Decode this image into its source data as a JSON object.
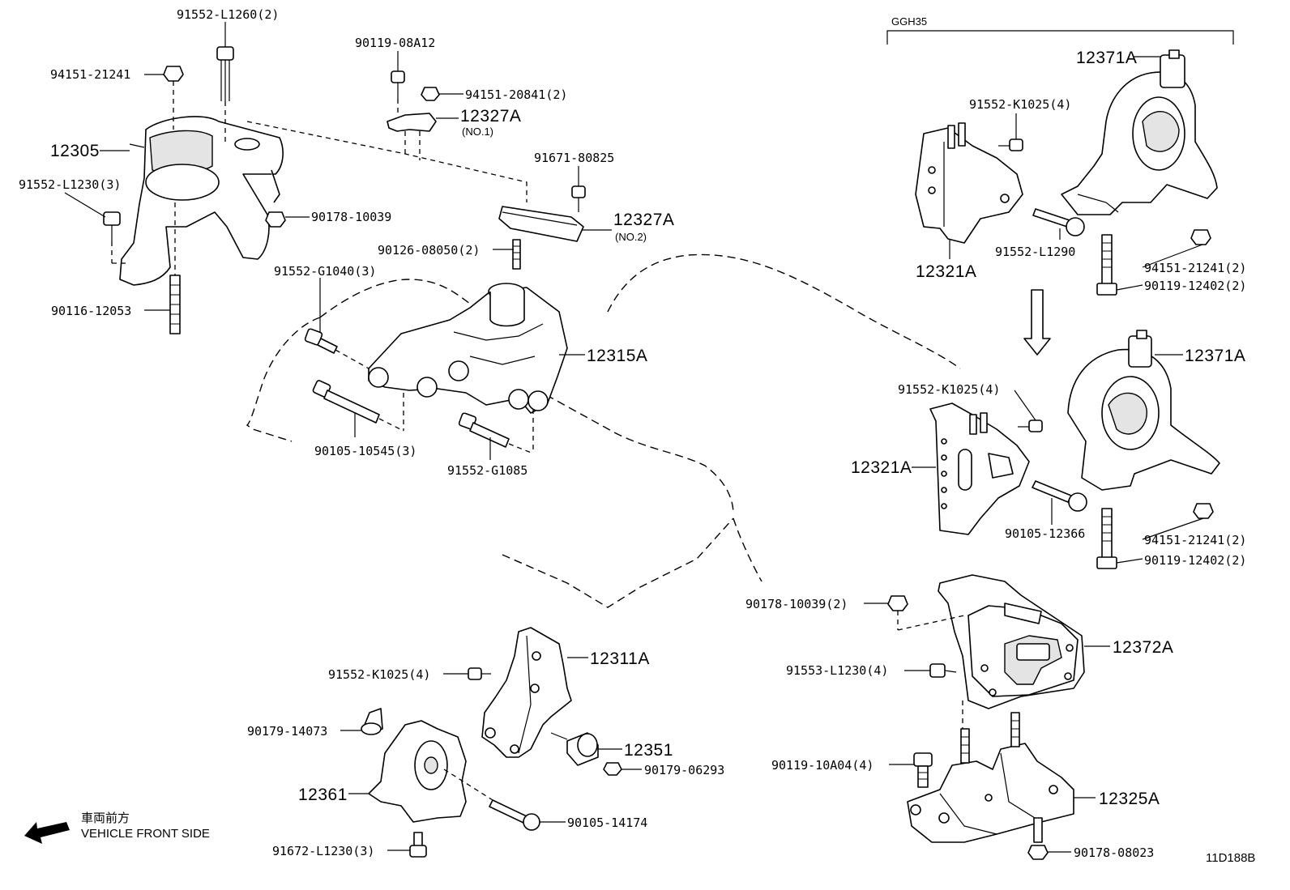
{
  "diagram_code": "11D188B",
  "variant_label": "GGH35",
  "direction": {
    "jp": "車両前方",
    "en": "VEHICLE FRONT SIDE"
  },
  "callouts": {
    "p91552_L1260": "91552-L1260(2)",
    "p94151_21241_a": "94151-21241",
    "p90119_08A12": "90119-08A12",
    "p94151_20841": "94151-20841(2)",
    "p12327A_1": "12327A",
    "p12327A_1_sub": "(NO.1)",
    "p12305": "12305",
    "p91552_L1230": "91552-L1230(3)",
    "p90178_10039_a": "90178-10039",
    "p91671_80825": "91671-80825",
    "p12327A_2": "12327A",
    "p12327A_2_sub": "(NO.2)",
    "p90126_08050": "90126-08050(2)",
    "p91552_G1040": "91552-G1040(3)",
    "p90116_12053": "90116-12053",
    "p12315A": "12315A",
    "p90105_10545": "90105-10545(3)",
    "p91552_G1085": "91552-G1085",
    "p12371A_a": "12371A",
    "p91552_K1025_a": "91552-K1025(4)",
    "p91552_L1290": "91552-L1290",
    "p12321A_a": "12321A",
    "p94151_21241_b": "94151-21241(2)",
    "p90119_12402_a": "90119-12402(2)",
    "p12371A_b": "12371A",
    "p91552_K1025_b": "91552-K1025(4)",
    "p12321A_b": "12321A",
    "p90105_12366": "90105-12366",
    "p94151_21241_c": "94151-21241(2)",
    "p90119_12402_b": "90119-12402(2)",
    "p90178_10039_b": "90178-10039(2)",
    "p12372A": "12372A",
    "p91553_L1230": "91553-L1230(4)",
    "p90119_10A04": "90119-10A04(4)",
    "p12325A": "12325A",
    "p90178_08023": "90178-08023",
    "p12311A": "12311A",
    "p91552_K1025_c": "91552-K1025(4)",
    "p90179_14073": "90179-14073",
    "p12351": "12351",
    "p90179_06293": "90179-06293",
    "p12361": "12361",
    "p90105_14174": "90105-14174",
    "p91672_L1230": "91672-L1230(3)"
  }
}
